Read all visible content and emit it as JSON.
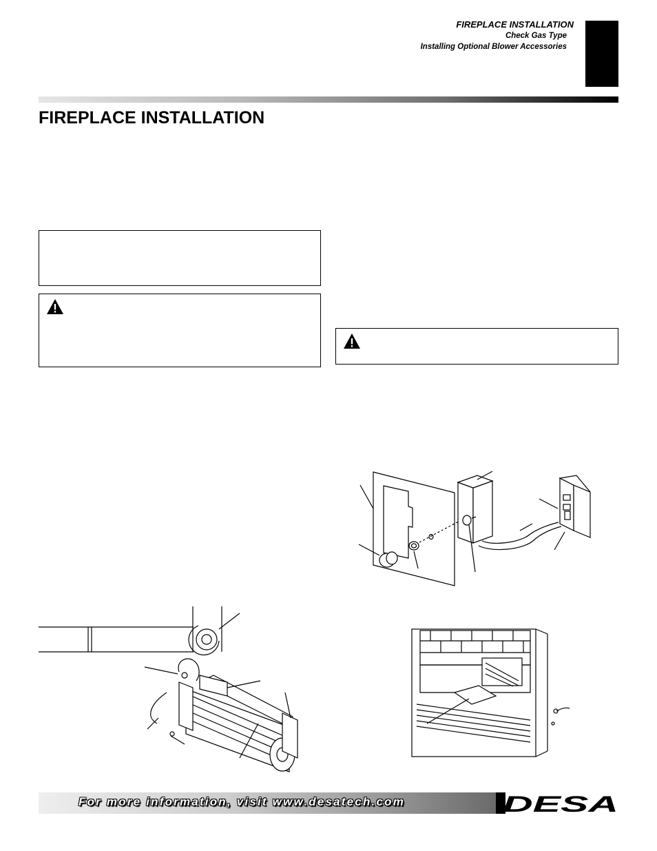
{
  "header": {
    "title": "FIREPLACE INSTALLATION",
    "subtitle_1": "Check Gas Type",
    "subtitle_2": "Installing Optional Blower Accessories"
  },
  "section": {
    "title": "FIREPLACE INSTALLATION"
  },
  "footer": {
    "info_text": "For more information, visit www.desatech.com",
    "logo_text": "DESA"
  },
  "colors": {
    "ink": "#000000",
    "page": "#ffffff"
  }
}
